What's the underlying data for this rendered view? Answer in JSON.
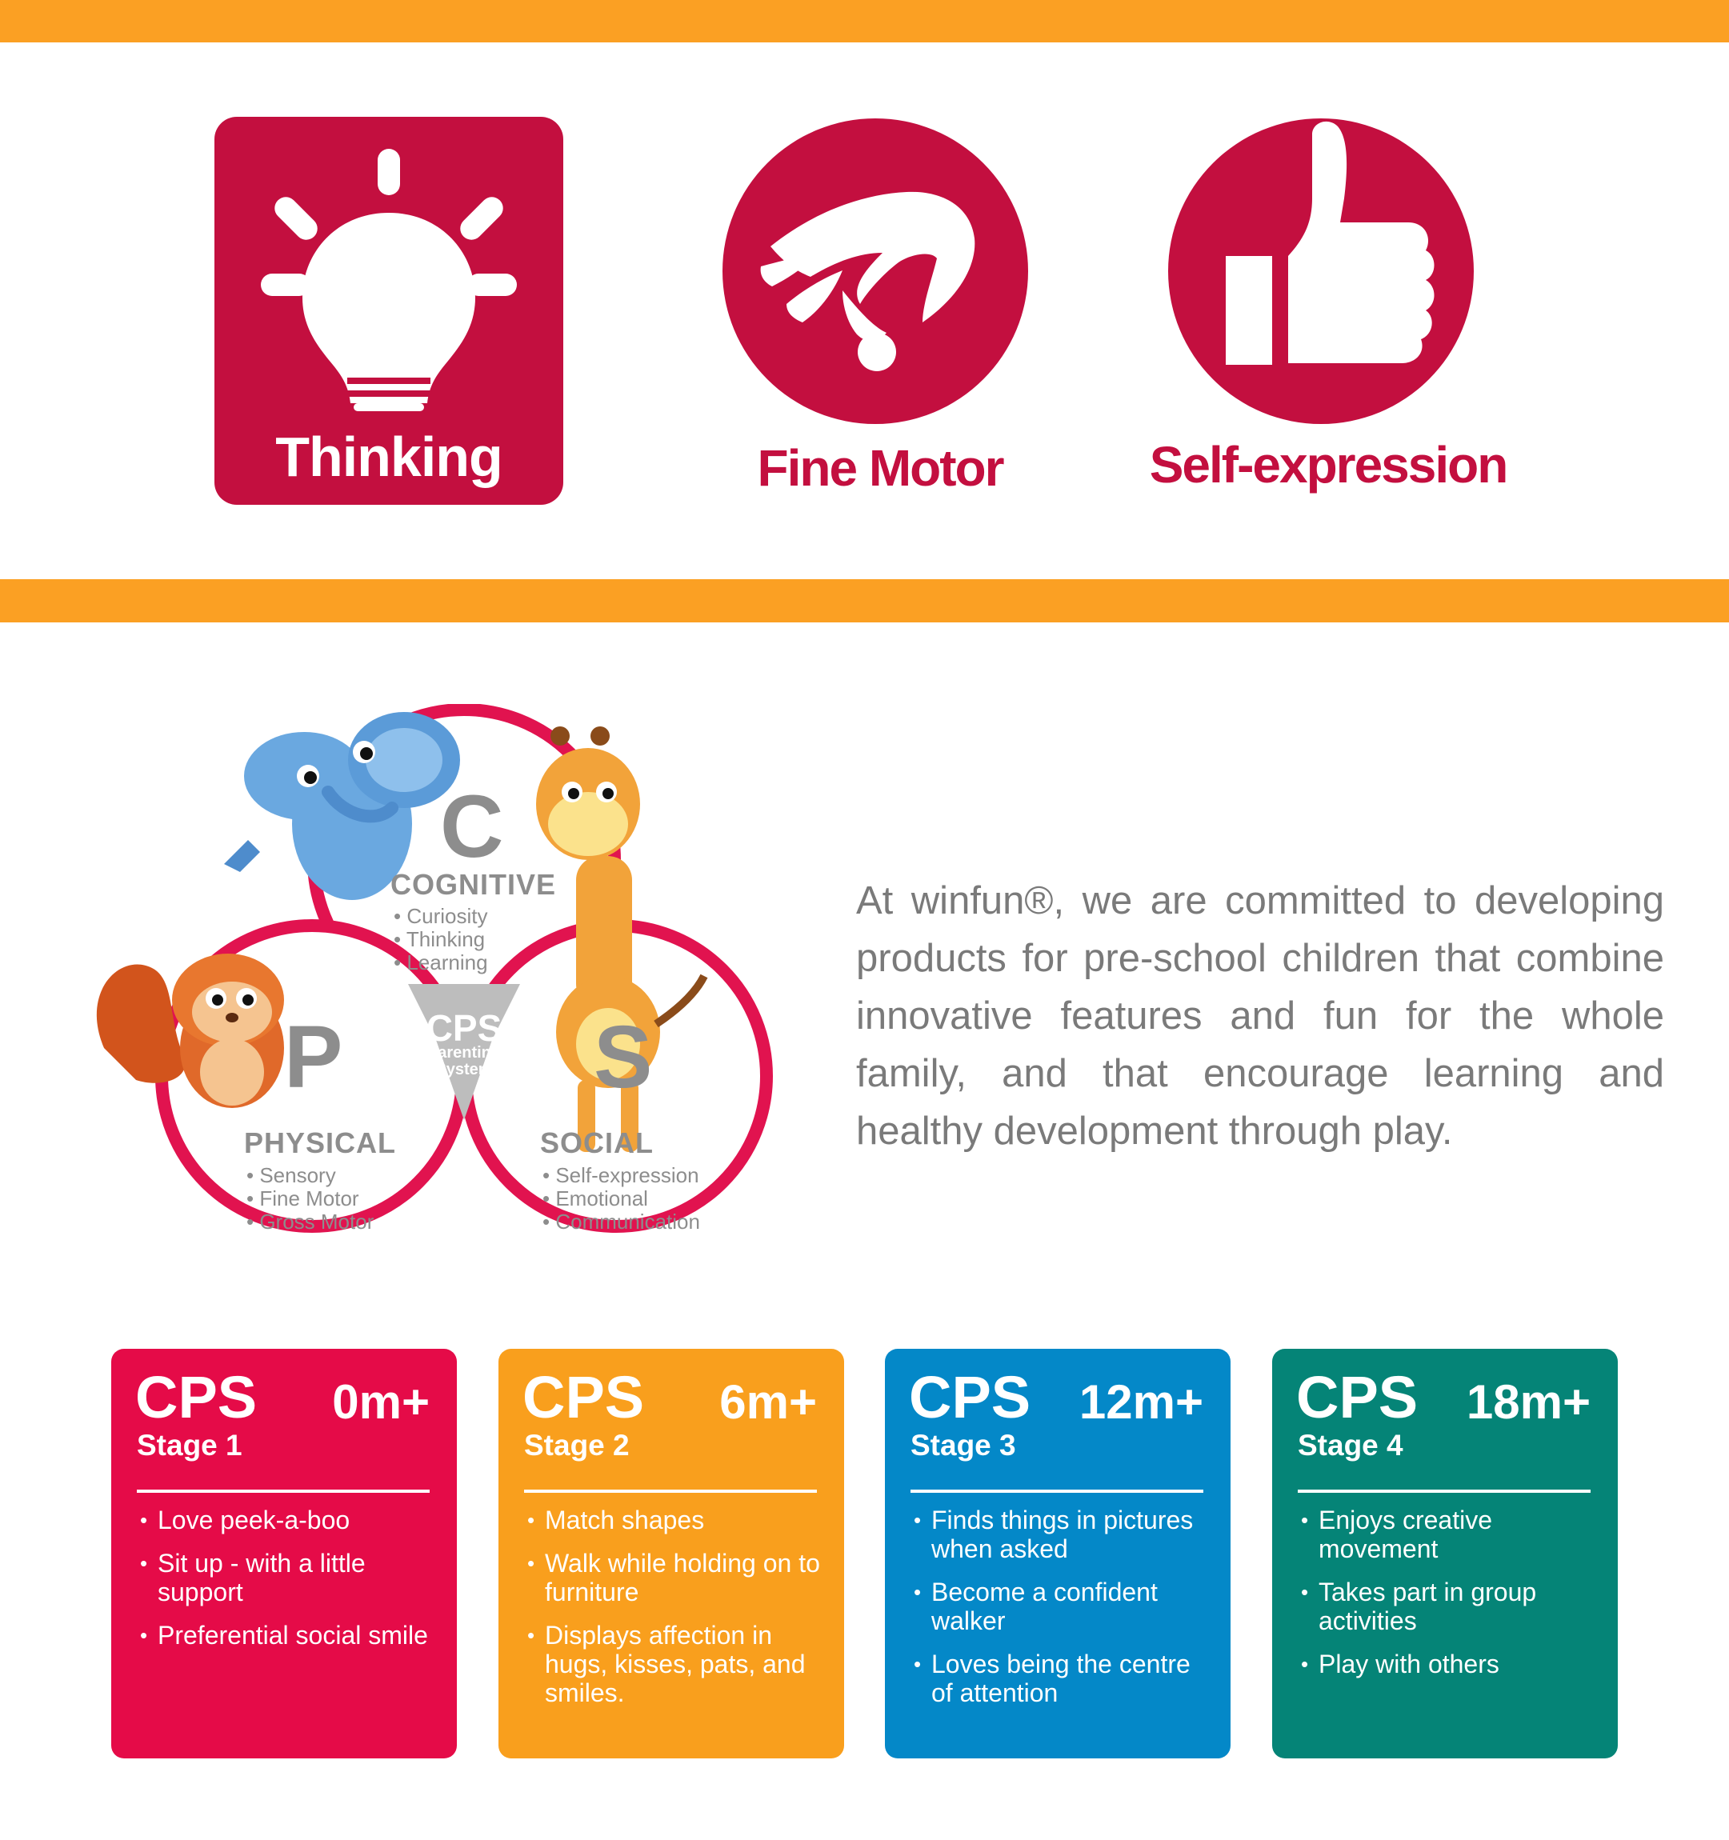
{
  "features": {
    "thinking": {
      "label": "Thinking",
      "icon": "lightbulb-icon"
    },
    "fine_motor": {
      "label": "Fine Motor",
      "icon": "pinching-hand-icon"
    },
    "self_expression": {
      "label": "Self-expression",
      "icon": "thumbs-up-icon"
    }
  },
  "diagram": {
    "cognitive": {
      "letter": "C",
      "title": "COGNITIVE",
      "items": [
        "Curiosity",
        "Thinking",
        "Learning"
      ]
    },
    "physical": {
      "letter": "P",
      "title": "PHYSICAL",
      "items": [
        "Sensory",
        "Fine Motor",
        "Gross Motor"
      ]
    },
    "social": {
      "letter": "S",
      "title": "SOCIAL",
      "items": [
        "Self-expression",
        "Emotional",
        "Communication"
      ]
    },
    "center": {
      "title": "CPS",
      "subtitle_line1": "Parenting",
      "subtitle_line2": "System"
    },
    "mascots": [
      "elephant",
      "squirrel",
      "giraffe"
    ]
  },
  "description": "At winfun®, we are committed to developing products for pre-school children that combine innovative features and fun for the whole family, and that encourage learning and healthy development through play.",
  "stages": [
    {
      "brand": "CPS",
      "age": "0m+",
      "stage": "Stage 1",
      "color": "#e50b48",
      "items": [
        "Love peek-a-boo",
        "Sit up - with a little support",
        "Preferential social smile"
      ]
    },
    {
      "brand": "CPS",
      "age": "6m+",
      "stage": "Stage 2",
      "color": "#f99f1d",
      "items": [
        "Match shapes",
        "Walk while holding on to furniture",
        "Displays affection in hugs, kisses, pats, and smiles."
      ]
    },
    {
      "brand": "CPS",
      "age": "12m+",
      "stage": "Stage 3",
      "color": "#0488c8",
      "items": [
        "Finds things in pictures when asked",
        "Become a confident walker",
        "Loves being the centre of attention"
      ]
    },
    {
      "brand": "CPS",
      "age": "18m+",
      "stage": "Stage 4",
      "color": "#058477",
      "items": [
        "Enjoys creative movement",
        "Takes part in group activities",
        "Play with others"
      ]
    }
  ],
  "colors": {
    "accent_orange": "#fba023",
    "brand_red": "#c30f3f",
    "diagram_ring": "#e1134f",
    "text_gray": "#7a7a7a"
  }
}
